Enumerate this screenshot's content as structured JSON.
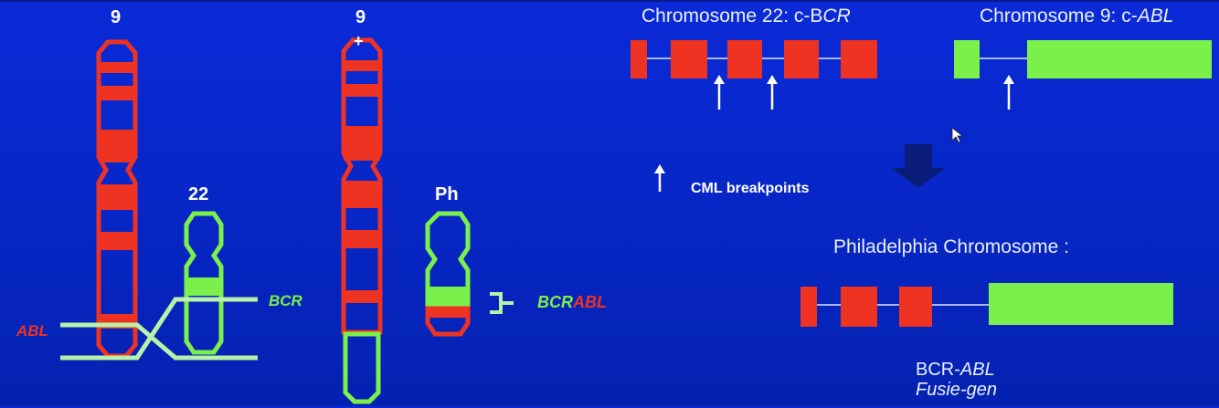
{
  "left_diagram": {
    "chrom9_label": "9",
    "chrom22_label": "22",
    "chrom9_derivative_label": "9",
    "plus_sign": "+",
    "ph_label": "Ph",
    "abl_label": "ABL",
    "bcr_label": "BCR",
    "fusion_bcr": "BCR",
    "fusion_abl": "ABL"
  },
  "right_diagram": {
    "chr22_prefix": "Chromosome 22: c-B",
    "chr22_suffix": "CR",
    "chr9_prefix": "Chromosome 9: c-",
    "chr9_suffix": "ABL",
    "legend_text": "CML breakpoints",
    "ph_title": "Philadelphia Chromosome :",
    "result_line1_prefix": "BCR-",
    "result_line1_suffix": "ABL",
    "result_line2": "Fusie-gen"
  },
  "colors": {
    "red": "#ee3322",
    "green": "#7cf04a",
    "light_green": "#b8f2a8",
    "arrow_dark": "#0a1d7a",
    "background": "#0726c4"
  }
}
